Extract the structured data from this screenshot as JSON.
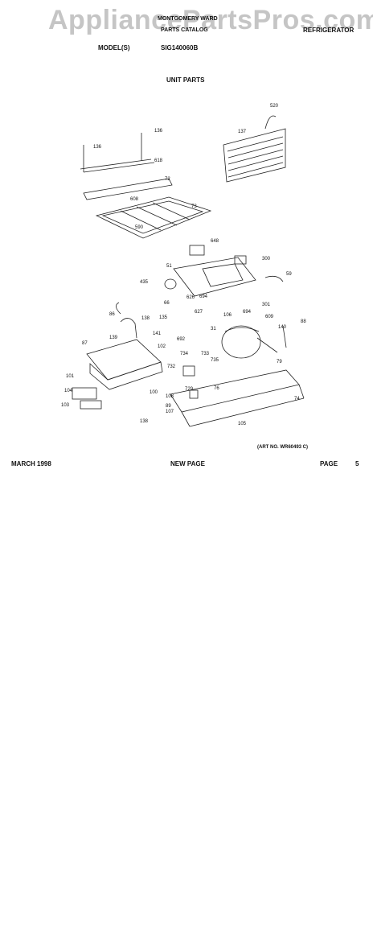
{
  "watermark": "AppliancePartsPros.com",
  "header": {
    "brand_line": "MONTGOMERY WARD",
    "catalog": "PARTS CATALOG",
    "category": "REFRIGERATOR"
  },
  "model": {
    "label": "MODEL(S)",
    "value": "SIG140060B"
  },
  "section_title": "UNIT PARTS",
  "art_no": "(ART NO. WR60493 C)",
  "footer": {
    "date": "MARCH 1998",
    "status": "NEW PAGE",
    "page_label": "PAGE",
    "page_number": "5"
  },
  "callouts": {
    "c136a": "136",
    "c136b": "136",
    "c618": "618",
    "c72": "72",
    "c608": "608",
    "c73": "73",
    "c590": "590",
    "c520": "520",
    "c137": "137",
    "c648": "648",
    "c51": "51",
    "c300": "300",
    "c59": "59",
    "c435": "435",
    "c66": "66",
    "c626": "626",
    "c694a": "694",
    "c627": "627",
    "c106": "106",
    "c694b": "694",
    "c301": "301",
    "c609": "609",
    "c86": "86",
    "c138a": "138",
    "c139": "139",
    "c135": "135",
    "c141": "141",
    "c140": "140",
    "c88": "88",
    "c692": "692",
    "c31": "31",
    "c87": "87",
    "c102": "102",
    "c734": "734",
    "c733": "733",
    "c735": "735",
    "c732": "732",
    "c79": "79",
    "c101": "101",
    "c104": "104",
    "c729": "729",
    "c76": "76",
    "c100": "100",
    "c108": "108",
    "c89": "89",
    "c107": "107",
    "c74": "74",
    "c103": "103",
    "c138b": "138",
    "c105": "105"
  }
}
